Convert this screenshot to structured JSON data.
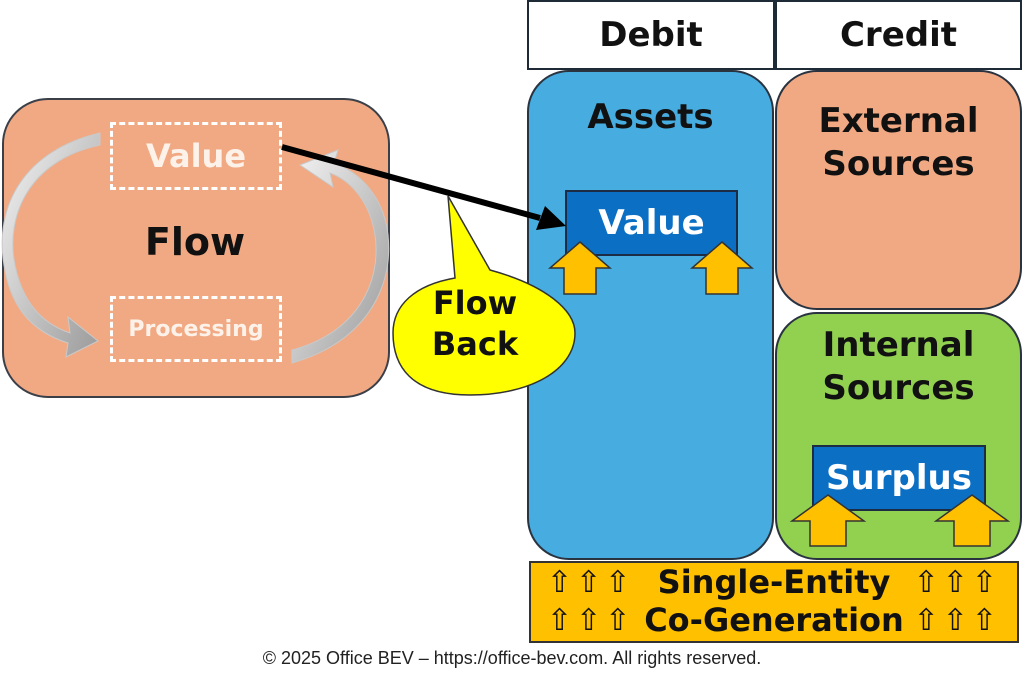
{
  "header": {
    "debit": "Debit",
    "credit": "Credit"
  },
  "flow": {
    "title": "Flow",
    "value_label": "Value",
    "processing_label": "Processing"
  },
  "callout": {
    "line1": "Flow",
    "line2": "Back"
  },
  "assets": {
    "title": "Assets",
    "value_label": "Value"
  },
  "external": {
    "line1": "External",
    "line2": "Sources"
  },
  "internal": {
    "line1": "Internal",
    "line2": "Sources",
    "surplus_label": "Surplus"
  },
  "base": {
    "line1": "Single-Entity",
    "line2": "Co-Generation",
    "arrows": "⇧⇧⇧"
  },
  "footer": "© 2025 Office BEV – https://office-bev.com. All rights reserved.",
  "colors": {
    "salmon": "#f1a983",
    "blue_column": "#47ade0",
    "dark_blue": "#0b6fc4",
    "green": "#92d050",
    "gold": "#ffc000",
    "callout_yellow": "#ffff00"
  },
  "icons": [
    "curved-arrow-left-icon",
    "curved-arrow-right-icon",
    "up-block-arrow-icon",
    "straight-arrow-icon"
  ]
}
